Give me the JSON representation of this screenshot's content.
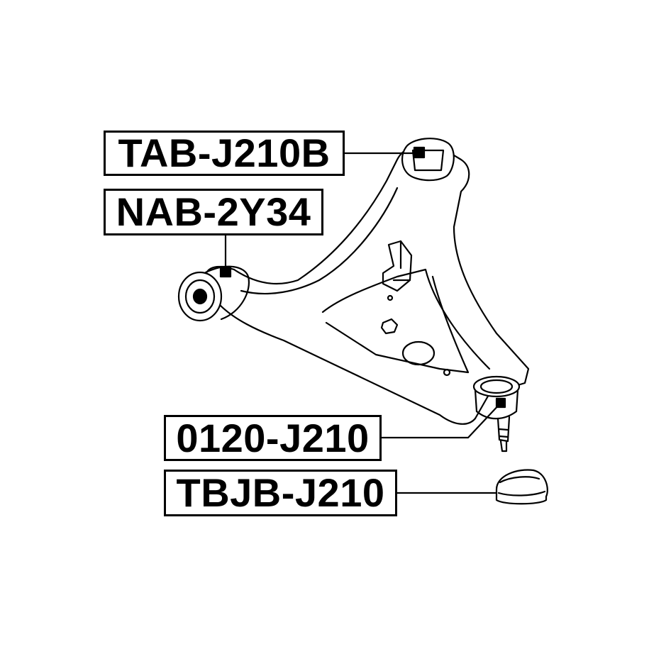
{
  "parts": [
    {
      "label": "TAB-J210B"
    },
    {
      "label": "NAB-2Y34"
    },
    {
      "label": "0120-J210"
    },
    {
      "label": "TBJB-J210"
    }
  ],
  "colors": {
    "line": "#000000",
    "background": "#ffffff"
  }
}
